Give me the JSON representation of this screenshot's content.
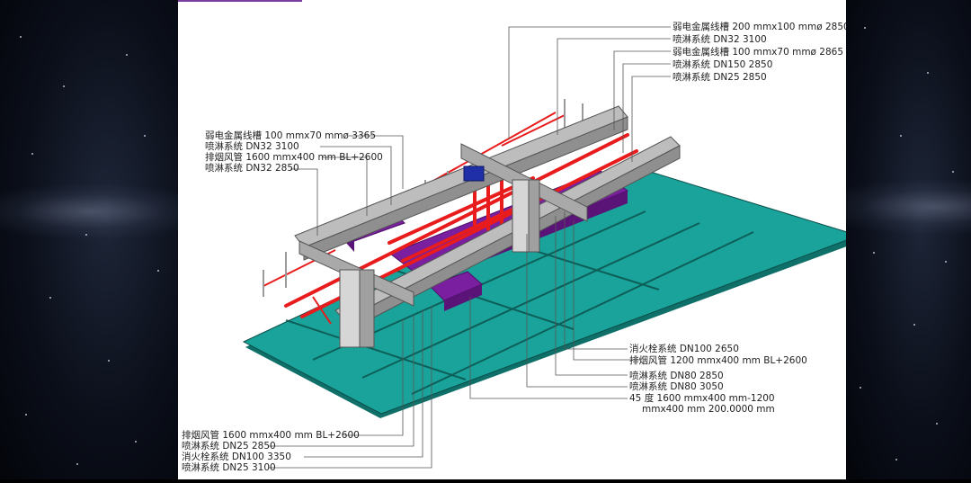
{
  "labels_top_right": [
    "弱电金属线槽 200 mmx100 mmø 2850",
    "喷淋系统 DN32 3100",
    "弱电金属线槽 100 mmx70 mmø 2865",
    "喷淋系统 DN150 2850",
    "喷淋系统 DN25 2850"
  ],
  "labels_top_left": [
    "弱电金属线槽 100 mmx70 mmø 3365",
    "喷淋系统 DN32 3100",
    "排烟风管 1600 mmx400 mm BL+2600",
    "喷淋系统 DN32 2850"
  ],
  "labels_bottom_right": [
    "消火栓系统 DN100 2650",
    "排烟风管 1200 mmx400 mm BL+2600",
    "喷淋系统 DN80 2850",
    "喷淋系统 DN80 3050",
    "45 度 1600 mmx400 mm-1200",
    "mmx400 mm 200.0000 mm"
  ],
  "labels_bottom_left": [
    "排烟风管 1600 mmx400 mm BL+2600",
    "喷淋系统 DN25 2850",
    "消火栓系统 DN100 3350",
    "喷淋系统 DN25 3100"
  ],
  "colors": {
    "floor": "#1aa39a",
    "beam": "#a9a9a9",
    "duct": "#7a1fa0",
    "pipe": "#e81c1c",
    "accent": "#7b3fa0"
  }
}
